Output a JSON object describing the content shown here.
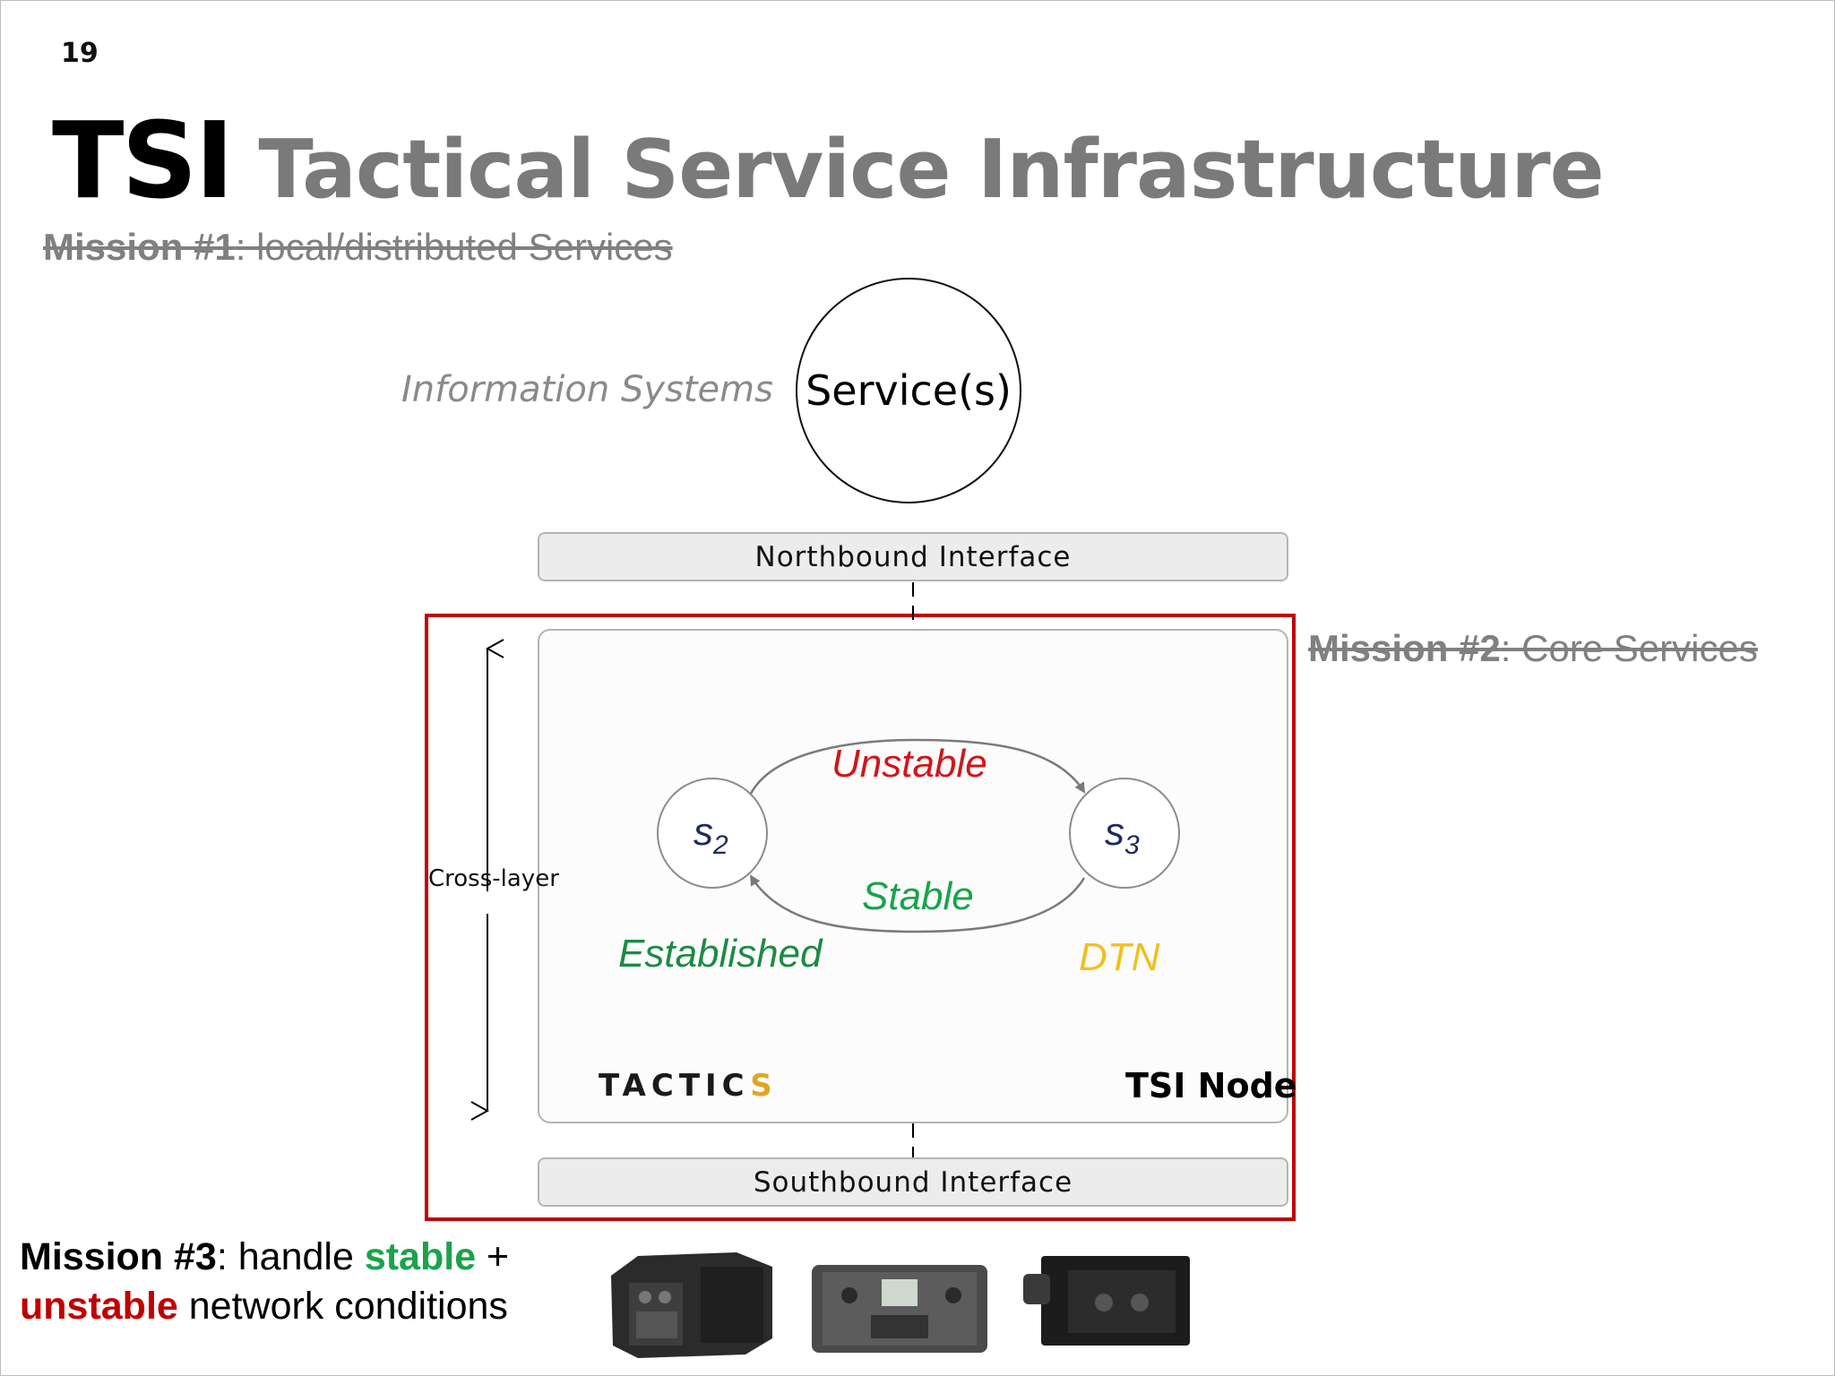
{
  "slide": {
    "number": "19"
  },
  "title": {
    "abbr": "TSI",
    "full": "Tactical Service Infrastructure"
  },
  "mission1": {
    "label": "Mission #1",
    "text": ": local/distributed Services"
  },
  "mission2": {
    "label": "Mission #2",
    "text": ": Core Services"
  },
  "mission3": {
    "label": "Mission #3",
    "text1": ": handle ",
    "stable": "stable",
    "plus": " +",
    "unstable": "unstable",
    "text2": " network conditions"
  },
  "diagram": {
    "info_systems": "Information Systems",
    "service": "Service(s)",
    "northbound": "Northbound Interface",
    "southbound": "Southbound Interface",
    "cross_layer": "Cross-layer",
    "node_label": "TSI Node",
    "logo": {
      "main": "TACTIC",
      "accent": "S"
    },
    "states": {
      "s2": {
        "base": "s",
        "sub": "2"
      },
      "s3": {
        "base": "s",
        "sub": "3"
      }
    },
    "transitions": {
      "unstable": "Unstable",
      "stable": "Stable"
    },
    "state_names": {
      "established": "Established",
      "dtn": "DTN"
    }
  },
  "colors": {
    "frame_red": "#c00000",
    "unstable_red": "#d0161c",
    "stable_green": "#1aa34a",
    "established_green": "#1e8a44",
    "dtn_yellow": "#f0c020",
    "muted_gray": "#808080"
  }
}
